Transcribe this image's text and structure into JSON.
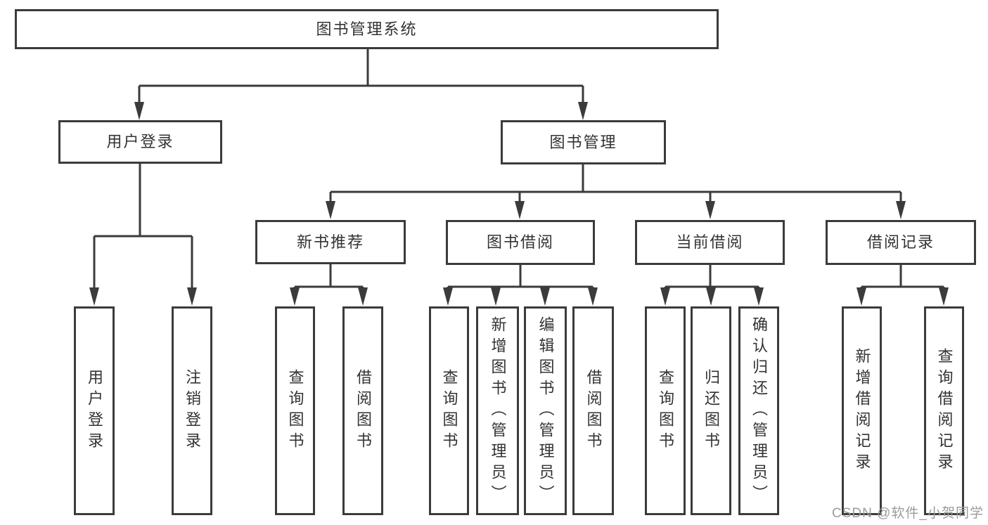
{
  "diagram": {
    "root_label": "图书管理系统",
    "level2": [
      "用户登录",
      "图书管理"
    ],
    "level3": [
      "新书推荐",
      "图书借阅",
      "当前借阅",
      "借阅记录"
    ],
    "leaves": [
      "用户登录",
      "注销登录",
      "查询图书",
      "借阅图书",
      "查询图书",
      "新增图书（管理员）",
      "编辑图书（管理员）",
      "借阅图书",
      "查询图书",
      "归还图书",
      "确认归还（管理员）",
      "新增借阅记录",
      "查询借阅记录"
    ]
  },
  "watermark": {
    "text": "CSDN @软件_小贺同学"
  },
  "colors": {
    "line": "#3b3b3b",
    "text": "#333333",
    "node_background": "#ffffff",
    "watermark": "#9b9b9b",
    "background": "#ffffff"
  }
}
